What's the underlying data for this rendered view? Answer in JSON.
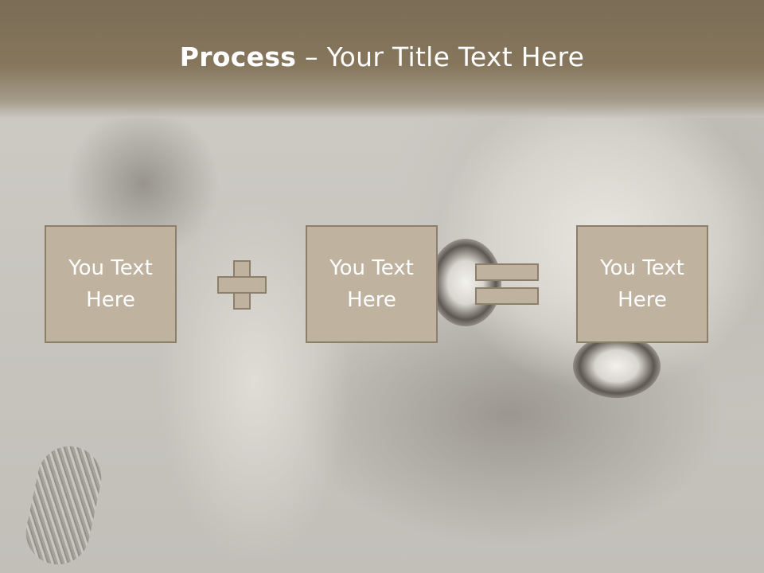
{
  "slide": {
    "title_bold": "Process",
    "title_rest": " – Your Title Text Here"
  },
  "process": {
    "boxes": [
      {
        "text": "You Text Here"
      },
      {
        "text": "You Text Here"
      },
      {
        "text": "You Text Here"
      }
    ],
    "operators": [
      "plus-icon",
      "equals-icon"
    ]
  },
  "colors": {
    "title_bar": "#85765c",
    "box_fill": "#bfb3a0",
    "box_border": "#8c7f6b",
    "text": "#ffffff"
  }
}
